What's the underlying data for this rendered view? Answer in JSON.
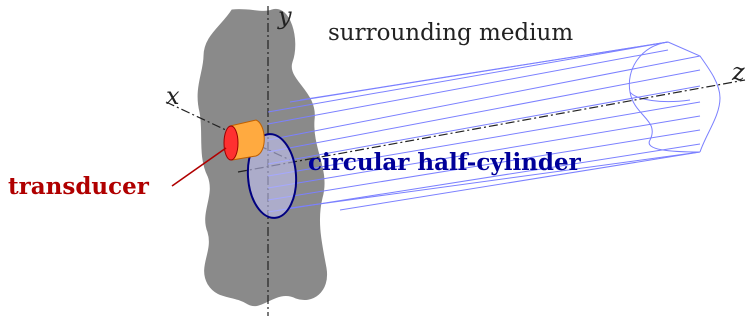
{
  "labels": {
    "surrounding_medium": "surrounding medium",
    "circular_half_cylinder": "circular half-cylinder",
    "transducer": "transducer",
    "axis_x": "x",
    "axis_y": "y",
    "axis_z": "z"
  },
  "colors": {
    "medium_fill": "#8a8a8a",
    "cylinder_stroke": "#7b80ff",
    "disc_stroke": "#000080",
    "disc_fill": "#c8c8ff",
    "cylinder_label": "#000099",
    "transducer_label": "#b00000",
    "transducer_body": "#ffaa40",
    "transducer_face": "#ff3030"
  }
}
